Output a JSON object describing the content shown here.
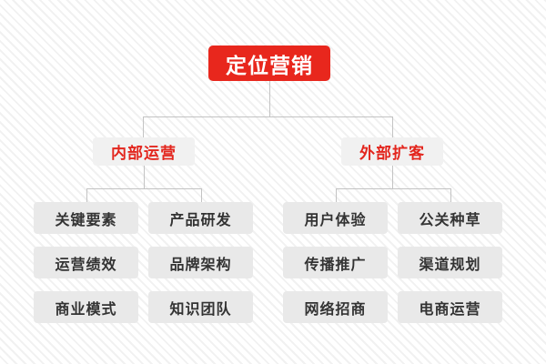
{
  "diagram": {
    "type": "tree",
    "root": {
      "label": "定位营销"
    },
    "branches": [
      {
        "label": "内部运营",
        "leaves": [
          "关键要素",
          "产品研发",
          "运营绩效",
          "品牌架构",
          "商业模式",
          "知识团队"
        ]
      },
      {
        "label": "外部扩客",
        "leaves": [
          "用户体验",
          "公关种草",
          "传播推广",
          "渠道规划",
          "网络招商",
          "电商运营"
        ]
      }
    ]
  },
  "colors": {
    "root_background": "#e8271d",
    "root_text": "#ffffff",
    "branch_background": "#f1f1f1",
    "branch_text": "#e3261e",
    "leaf_background": "#e9e9e9",
    "leaf_text": "#333333",
    "connector": "#c3c3c3",
    "page_background": "#ffffff",
    "stripe": "#f1f1f1"
  }
}
